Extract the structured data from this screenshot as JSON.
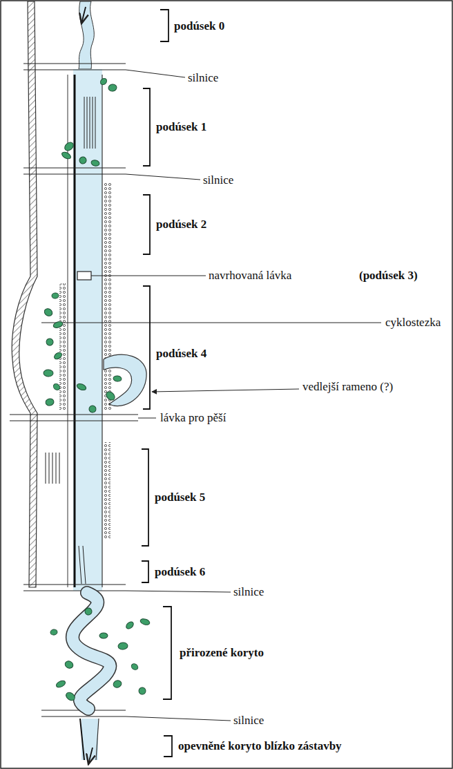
{
  "diagram": {
    "labels": [
      "podúsek 0",
      "silnice",
      "podúsek 1",
      "silnice",
      "podúsek 2",
      "navrhovaná lávka",
      "(podúsek 3)",
      "cyklostezka",
      "podúsek 4",
      "vedlejší rameno (?)",
      "lávka pro pěší",
      "podúsek 5",
      "podúsek 6",
      "silnice",
      "přirozené koryto",
      "silnice",
      "opevněné koryto blízko zástavby"
    ]
  }
}
